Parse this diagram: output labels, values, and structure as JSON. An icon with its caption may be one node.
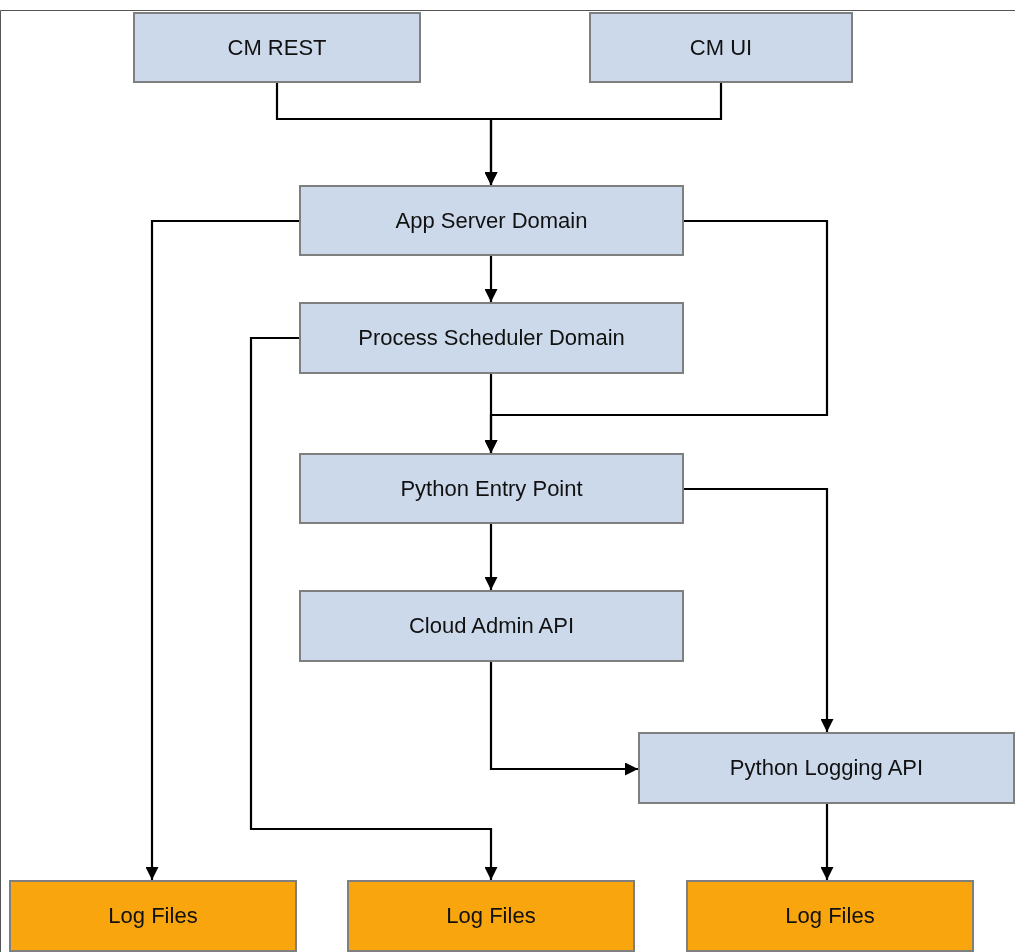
{
  "diagram": {
    "nodes": [
      {
        "text": [
          "CM REST"
        ]
      },
      {
        "text": [
          "CM UI"
        ]
      },
      {
        "text": [
          "App Server Domain"
        ]
      },
      {
        "text": [
          "Process Scheduler Domain"
        ]
      },
      {
        "text": [
          "Python Entry Point"
        ]
      },
      {
        "text": [
          "Cloud Admin API"
        ]
      },
      {
        "text": [
          "Python Logging API"
        ]
      },
      {
        "text": [
          "Log Files"
        ]
      },
      {
        "text": [
          "Log Files"
        ]
      },
      {
        "text": [
          "Log Files"
        ]
      }
    ],
    "edges": [
      {
        "from": 0,
        "to": 2,
        "arrow": "to"
      },
      {
        "from": 1,
        "to": 2,
        "arrow": "to"
      },
      {
        "from": 2,
        "to": 3,
        "arrow": "to"
      },
      {
        "from": 3,
        "to": 4,
        "arrow": "to"
      },
      {
        "from": 2,
        "to": 4,
        "arrow": "to"
      },
      {
        "from": 2,
        "to": 7,
        "arrow": "to"
      },
      {
        "from": 3,
        "to": 8,
        "arrow": "to"
      },
      {
        "from": 4,
        "to": 5,
        "arrow": "to"
      },
      {
        "from": 4,
        "to": 6,
        "arrow": "to"
      },
      {
        "from": 5,
        "to": 6,
        "arrow": "to"
      },
      {
        "from": 6,
        "to": 9,
        "arrow": "to"
      }
    ]
  }
}
